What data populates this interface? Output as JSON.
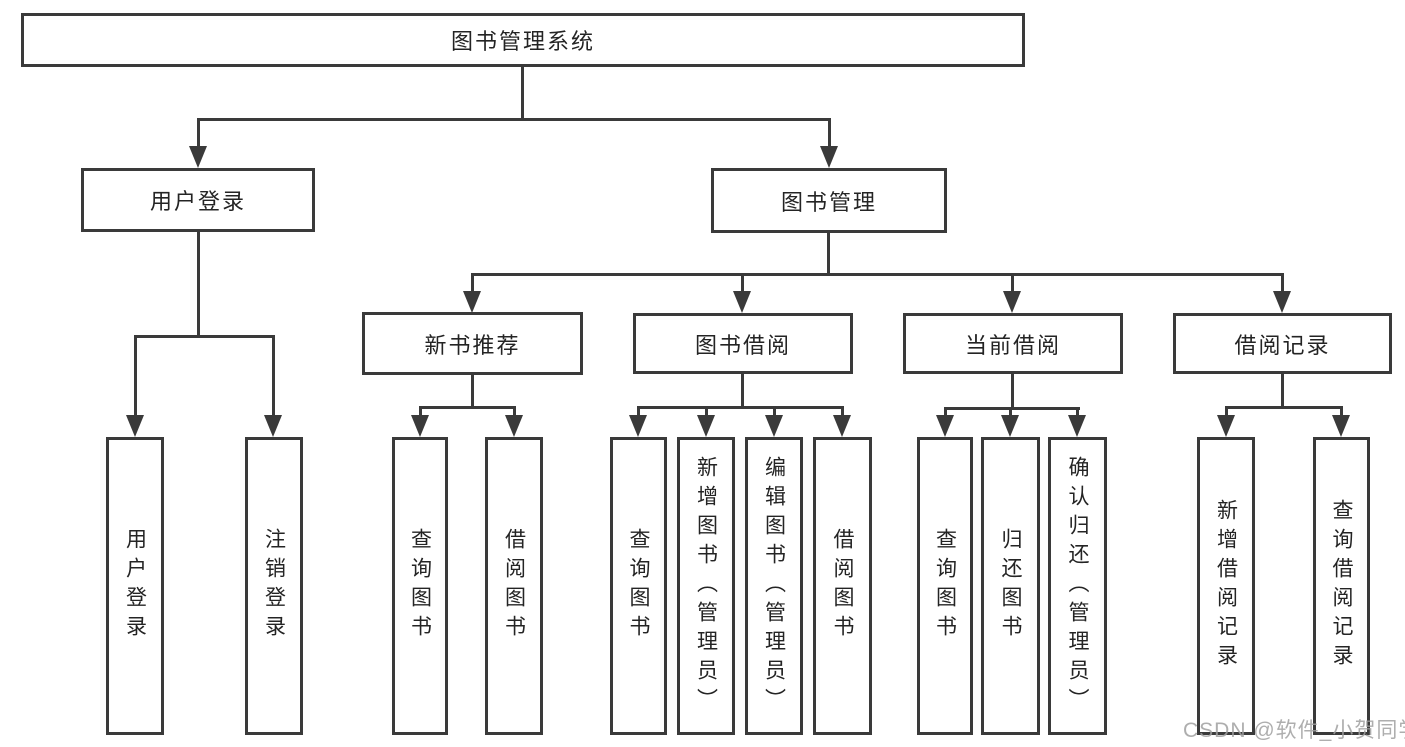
{
  "diagram": {
    "root": {
      "label": "图书管理系统"
    },
    "level2": [
      {
        "label": "用户登录"
      },
      {
        "label": "图书管理"
      }
    ],
    "level3": [
      {
        "label": "新书推荐"
      },
      {
        "label": "图书借阅"
      },
      {
        "label": "当前借阅"
      },
      {
        "label": "借阅记录"
      }
    ],
    "leaves": {
      "user_login": [
        "用户登录",
        "注销登录"
      ],
      "new_book": [
        "查询图书",
        "借阅图书"
      ],
      "book_borrow": [
        "查询图书",
        "新增图书（管理员）",
        "编辑图书（管理员）",
        "借阅图书"
      ],
      "current_borrow": [
        "查询图书",
        "归还图书",
        "确认归还（管理员）"
      ],
      "borrow_records": [
        "新增借阅记录",
        "查询借阅记录"
      ]
    }
  },
  "watermark": {
    "text": "CSDN @软件_小贺同学"
  },
  "colors": {
    "line": "#3a3a3a",
    "box_border": "#3a3a3a",
    "text": "#242424",
    "watermark": "#a0a0a0",
    "background": "#ffffff"
  }
}
